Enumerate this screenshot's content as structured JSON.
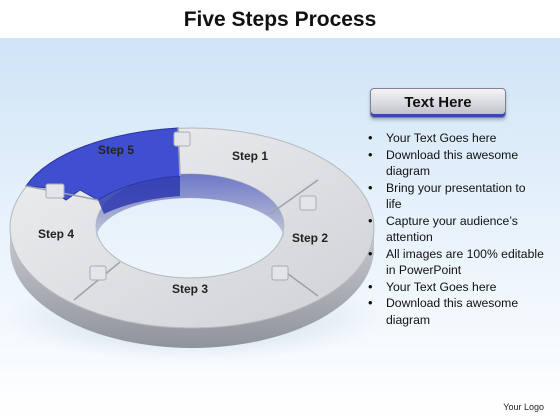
{
  "title": "Five Steps Process",
  "diagram": {
    "steps": [
      {
        "label": "Step 1",
        "highlighted": false
      },
      {
        "label": "Step 2",
        "highlighted": false
      },
      {
        "label": "Step 3",
        "highlighted": false
      },
      {
        "label": "Step 4",
        "highlighted": false
      },
      {
        "label": "Step 5",
        "highlighted": true
      }
    ],
    "colors": {
      "highlight": "#3f4fd0",
      "ring": "#d9dadd",
      "ring_edge": "#a9acb3"
    }
  },
  "text_box": {
    "heading": "Text Here"
  },
  "bullets": [
    "Your Text Goes here",
    "Download this awesome diagram",
    "Bring your presentation to life",
    "Capture your audience’s attention",
    "All images are 100% editable in PowerPoint",
    "Your Text Goes here",
    "Download this awesome diagram"
  ],
  "footer": {
    "logo": "Your Logo"
  }
}
